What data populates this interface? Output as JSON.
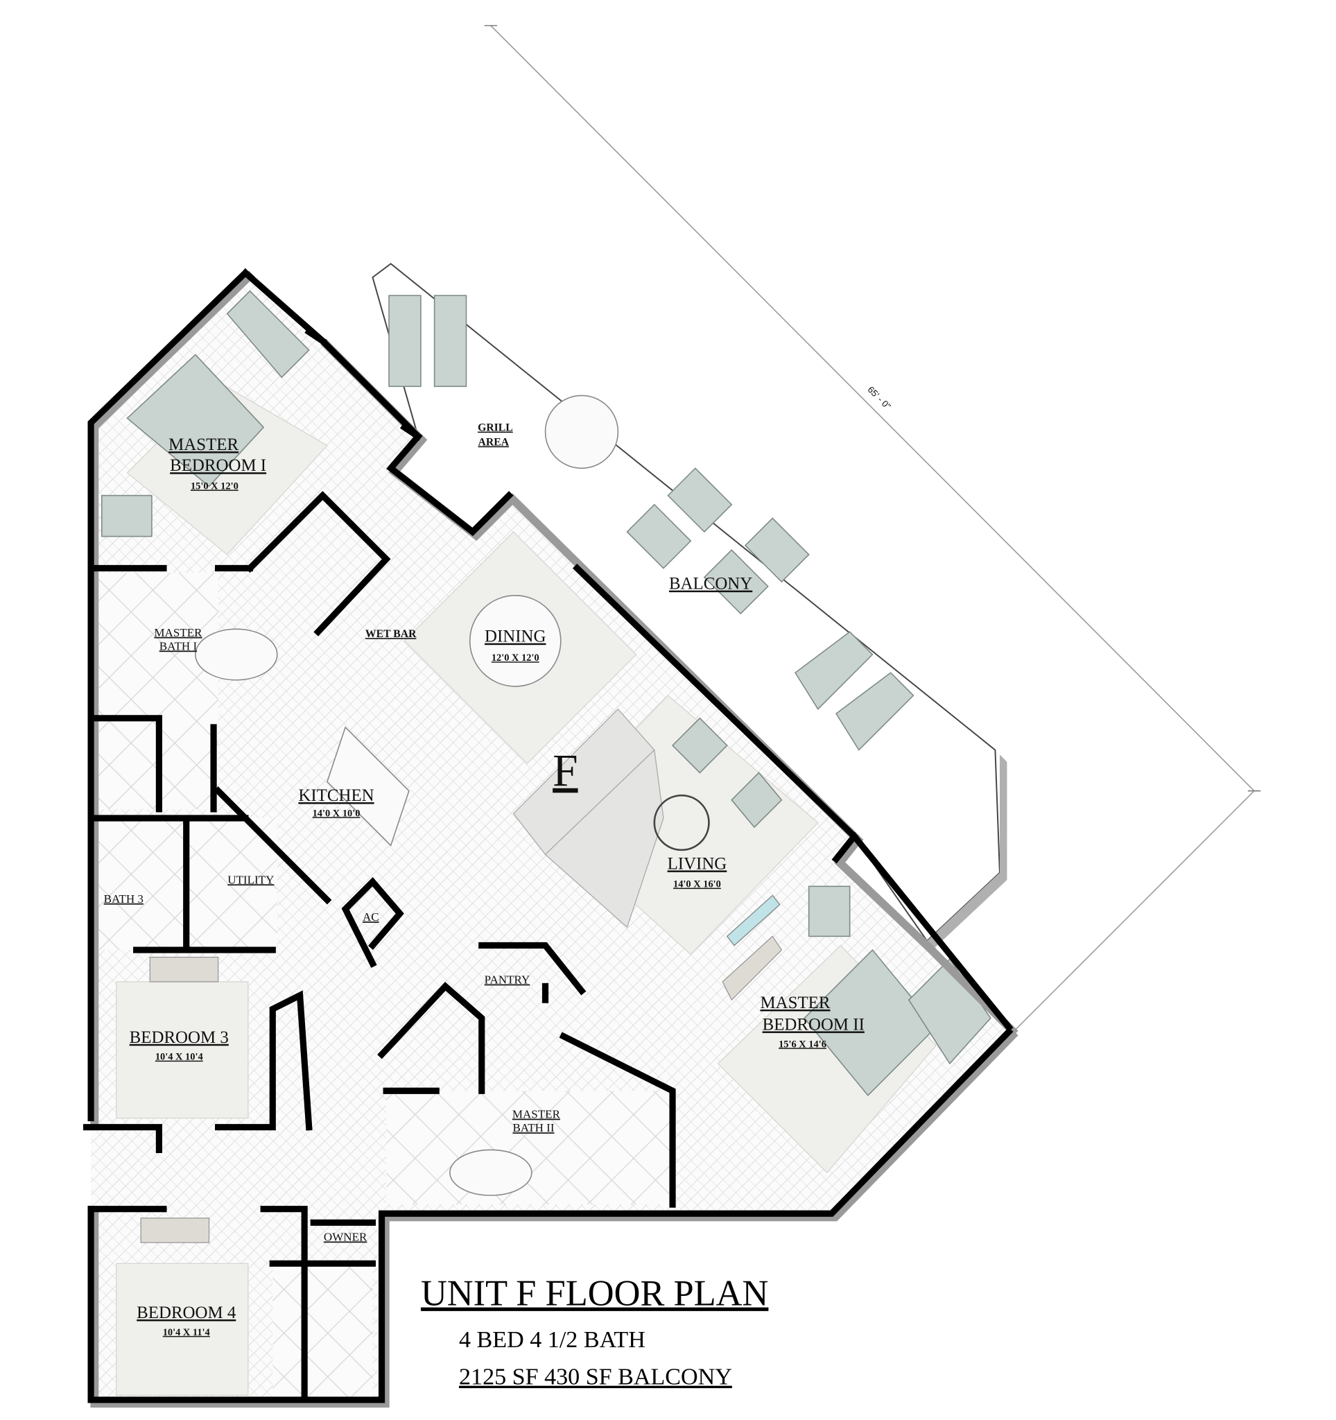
{
  "plan": {
    "title": "UNIT F FLOOR PLAN",
    "beds_baths": "4 BED  4 1/2 BATH",
    "area": "2125 SF 430 SF BALCONY",
    "unit_letter": "F",
    "dimension": "65' - 0\""
  },
  "rooms": {
    "master_bedroom_1": {
      "line1": "MASTER",
      "line2": "BEDROOM I",
      "size": "15'0 X 12'0"
    },
    "master_bath_1": {
      "line1": "MASTER",
      "line2": "BATH I"
    },
    "wet_bar": "WET BAR",
    "grill_area": {
      "line1": "GRILL",
      "line2": "AREA"
    },
    "dining": {
      "name": "DINING",
      "size": "12'0 X 12'0"
    },
    "balcony": "BALCONY",
    "kitchen": {
      "name": "KITCHEN",
      "size": "14'0 X 10'0"
    },
    "living": {
      "name": "LIVING",
      "size": "14'0 X 16'0"
    },
    "utility": "UTILITY",
    "bath_3": "BATH 3",
    "ac": "AC",
    "pantry": "PANTRY",
    "master_bedroom_2": {
      "line1": "MASTER",
      "line2": "BEDROOM II",
      "size": "15'6 X 14'6"
    },
    "bedroom_3": {
      "name": "BEDROOM 3",
      "size": "10'4 X 10'4"
    },
    "master_bath_2": {
      "line1": "MASTER",
      "line2": "BATH II"
    },
    "owner": "OWNER",
    "bedroom_4": {
      "name": "BEDROOM 4",
      "size": "10'4 X 11'4"
    }
  },
  "colors": {
    "wall": "#000000",
    "furniture": "#c9d3cf",
    "rug": "#efefec",
    "floor_hatch": "#cfcfcf"
  }
}
